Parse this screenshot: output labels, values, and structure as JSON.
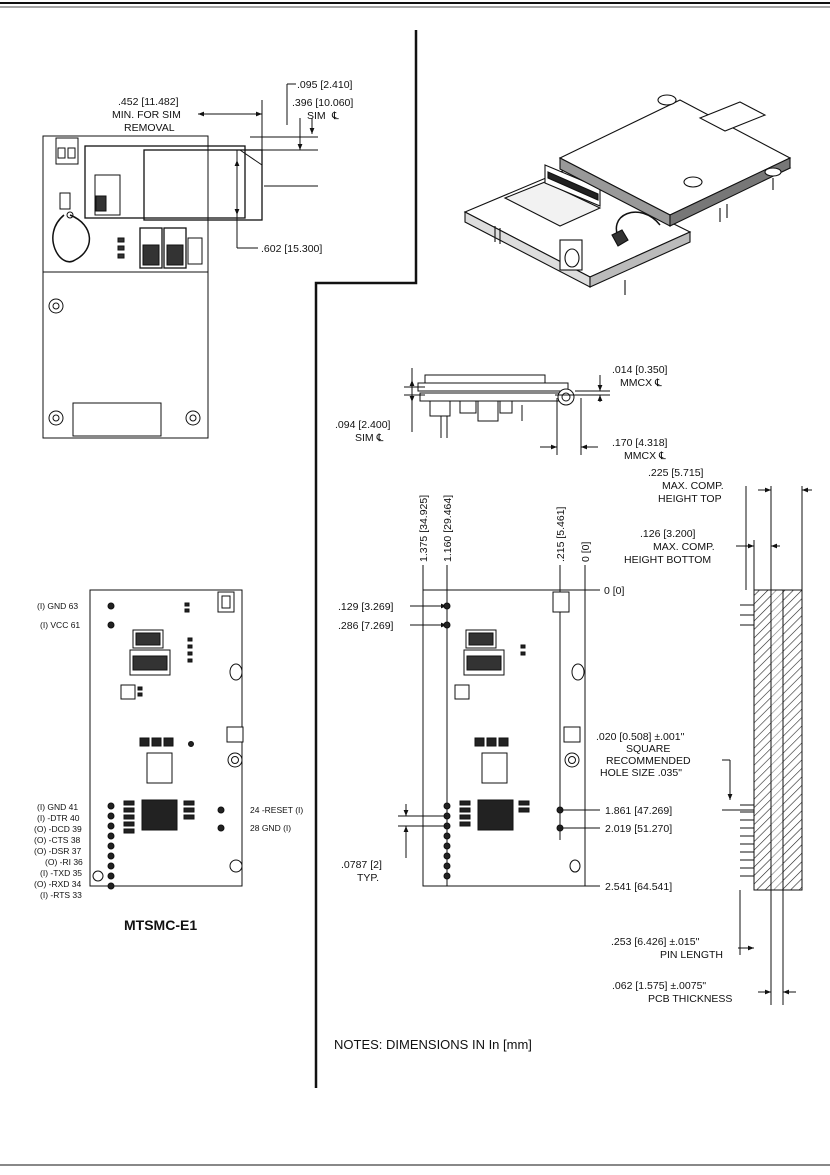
{
  "top_view": {
    "dim_095": ".095 [2.410]",
    "dim_452": ".452 [11.482]",
    "dim_452_min": "MIN. FOR SIM",
    "dim_452_rem": "REMOVAL",
    "dim_396": ".396 [10.060]",
    "dim_396_sim": "SIM",
    "dim_602": ".602 [15.300]"
  },
  "side_view": {
    "dim_014": ".014 [0.350]",
    "dim_014_label": "MMCX ℄",
    "dim_094": ".094 [2.400]",
    "dim_094_label": "SIM ℄",
    "dim_170": ".170 [4.318]",
    "dim_170_label": "MMCX ℄"
  },
  "pinout": {
    "title": "MTSMC-E1",
    "left_pins": [
      "(I) GND  63",
      "(I) VCC  61",
      "(I) GND  41",
      "(I) -DTR  40",
      "(O) -DCD  39",
      "(O) -CTS  38",
      "(O) -DSR  37",
      "(O) -RI  36",
      "(I) -TXD  35",
      "(O) -RXD  34",
      "(I) -RTS  33"
    ],
    "right_pins": [
      "24  -RESET (I)",
      "28  GND (I)"
    ]
  },
  "dimensions": {
    "v_1375": "1.375 [34.925]",
    "v_1160": "1.160 [29.464]",
    "v_215": ".215 [5.461]",
    "v_0": "0 [0]",
    "h_0": "0 [0]",
    "d_129": ".129 [3.269]",
    "d_286": ".286 [7.269]",
    "d_1861": "1.861 [47.269]",
    "d_2019": "2.019 [51.270]",
    "d_2541": "2.541 [64.541]",
    "d_0787": ".0787 [2]",
    "d_typ": "TYP.",
    "sq_1": ".020 [0.508] ±.001\"",
    "sq_2": "SQUARE",
    "sq_3": "RECOMMENDED",
    "sq_4": "HOLE SIZE .035\""
  },
  "edge_view": {
    "d_225": ".225 [5.715]",
    "d_225_l1": "MAX. COMP.",
    "d_225_l2": "HEIGHT TOP",
    "d_126": ".126 [3.200]",
    "d_126_l1": "MAX. COMP.",
    "d_126_l2": "HEIGHT BOTTOM",
    "d_253": ".253 [6.426] ±.015\"",
    "d_253_l1": "PIN LENGTH",
    "d_062": ".062 [1.575] ±.0075\"",
    "d_062_l1": "PCB THICKNESS"
  },
  "notes": "NOTES: DIMENSIONS IN  In [mm]"
}
